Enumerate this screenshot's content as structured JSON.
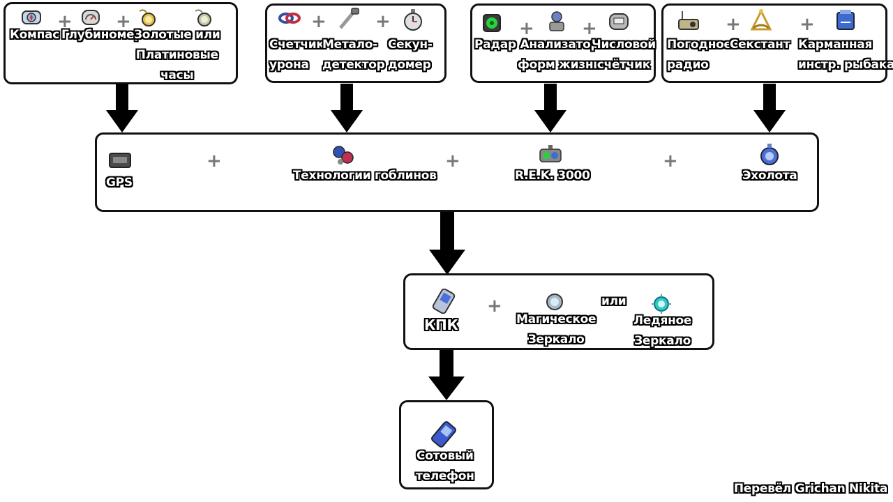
{
  "top_groups": [
    {
      "items": [
        "Компас",
        "Глубиномер",
        "Золотые или\nПлатиновые\nчасы"
      ]
    },
    {
      "items": [
        "Счетчик\nурона",
        "Метало-\nдетектор",
        "Секун-\nдомер"
      ]
    },
    {
      "items": [
        "Радар",
        "Анализатор\nформ жизни",
        "Числовой\nсчётчик"
      ]
    },
    {
      "items": [
        "Погодное\nрадио",
        "Секстант",
        "Карманная\nинстр. рыбака"
      ]
    }
  ],
  "middle": {
    "items": [
      "GPS",
      "Технологии гоблинов",
      "R.E.K. 3000",
      "Эхолота"
    ]
  },
  "pda": {
    "result": "КПК",
    "mirror_1": "Магическое\nЗеркало",
    "or_text": "или",
    "mirror_2": "Ледяное\nЗеркало"
  },
  "final": {
    "result": "Сотовый\nтелефон"
  },
  "plus_sign": "+",
  "credit": "Перевёл Grichan Nikita",
  "colors": {
    "border": "#111111",
    "label_fill": "#ffffff",
    "label_outline": "#000000",
    "arrow": "#000000",
    "plus": "#777777"
  }
}
